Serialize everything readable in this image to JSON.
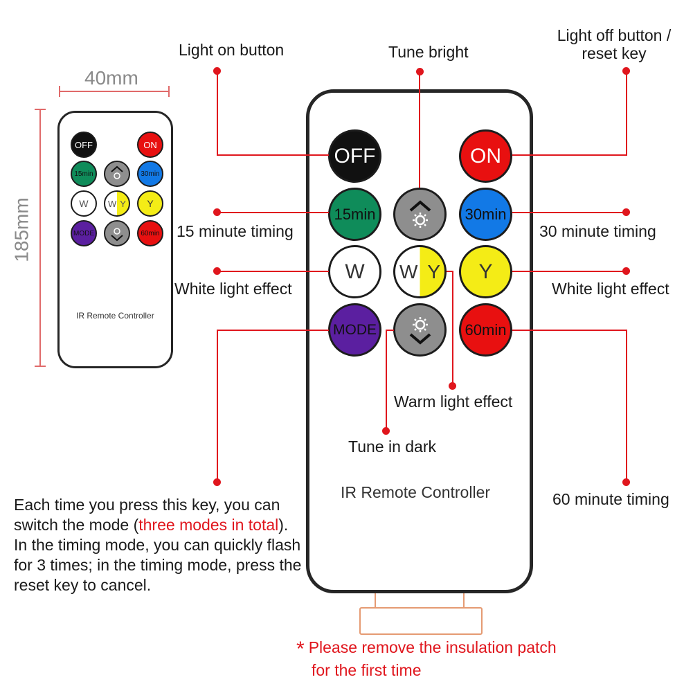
{
  "dimensions": {
    "width": "40mm",
    "height": "185mm"
  },
  "remote": {
    "title": "IR Remote Controller",
    "buttons": {
      "off": {
        "label": "OFF",
        "color": "#111111"
      },
      "on": {
        "label": "ON",
        "color": "#e81010"
      },
      "min15": {
        "label": "15min",
        "color": "#0f8c5a"
      },
      "min30": {
        "label": "30min",
        "color": "#1279e6"
      },
      "w": {
        "label": "W",
        "color": "#ffffff"
      },
      "wy_w": {
        "label": "W"
      },
      "wy_y": {
        "label": "Y"
      },
      "y": {
        "label": "Y",
        "color": "#f4ec16"
      },
      "mode": {
        "label": "MODE",
        "color": "#5b1fa0"
      },
      "min60": {
        "label": "60min",
        "color": "#e81010"
      },
      "bright_up": {
        "icon": "brightness-up-icon",
        "color": "#8e8e8e"
      },
      "bright_down": {
        "icon": "brightness-down-icon",
        "color": "#8e8e8e"
      }
    }
  },
  "callouts": {
    "light_on": "Light on button",
    "tune_bright": "Tune bright",
    "light_off_1": "Light off button /",
    "light_off_2": "reset key",
    "timing_15": "15 minute timing",
    "timing_30": "30 minute timing",
    "white_left": "White light effect",
    "white_right": "White light effect",
    "warm": "Warm light effect",
    "tune_dark": "Tune in dark",
    "timing_60": "60 minute timing"
  },
  "mode_note": {
    "part1": "Each time you press this key, you can switch the mode (",
    "highlight": "three modes in total",
    "part2": "). In the timing mode, you can quickly flash for 3 times; in the timing mode, press the reset key to cancel."
  },
  "warning": {
    "star": "*",
    "line1": "Please remove the insulation patch",
    "line2": "for the first time"
  },
  "colors": {
    "accent": "#e0161d",
    "outline": "#262626"
  }
}
